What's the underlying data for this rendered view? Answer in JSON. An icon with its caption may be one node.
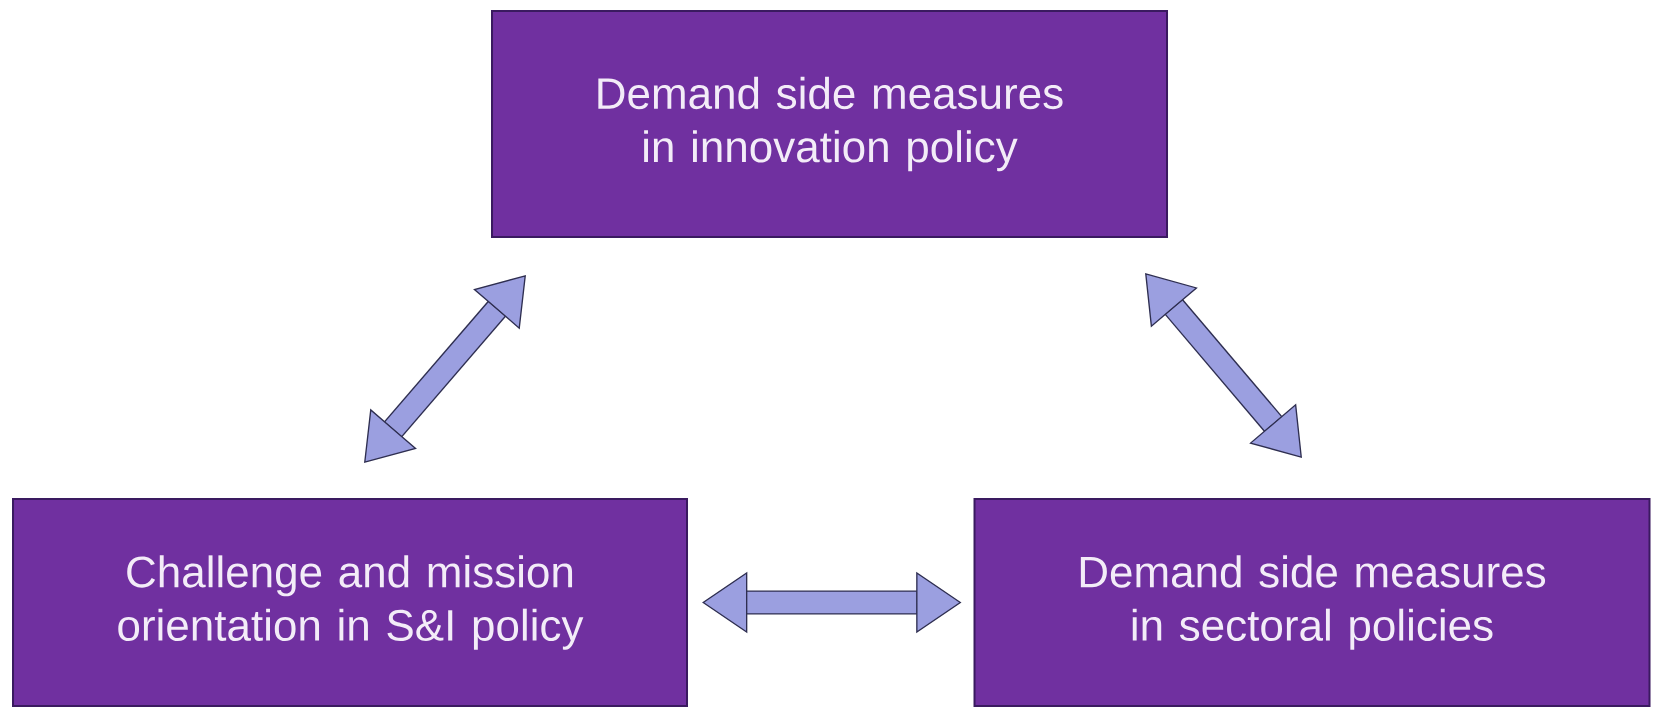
{
  "diagram": {
    "nodes": [
      {
        "text": [
          "Demand side measures in innovation policy"
        ]
      },
      {
        "text": [
          "Challenge and mission orientation in S&I policy"
        ]
      },
      {
        "text": [
          "Demand side measures in sectoral policies"
        ]
      }
    ],
    "edges": [
      {
        "from": 0,
        "to": 1,
        "arrow": "both"
      },
      {
        "from": 0,
        "to": 2,
        "arrow": "both"
      },
      {
        "from": 1,
        "to": 2,
        "arrow": "both"
      }
    ]
  }
}
